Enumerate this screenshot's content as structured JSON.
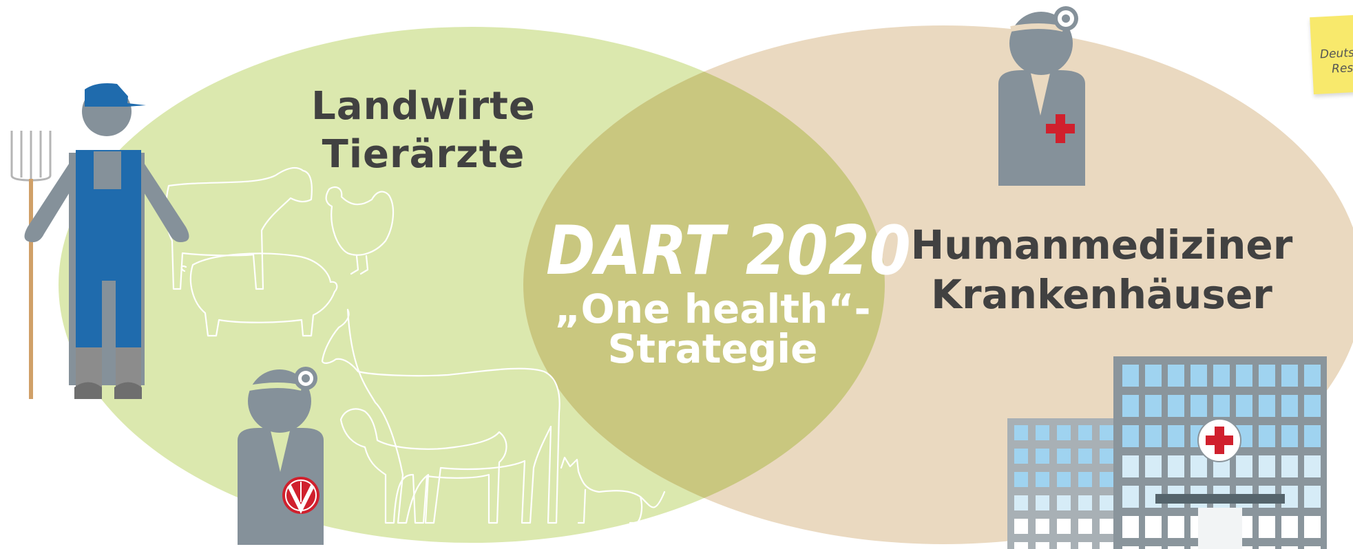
{
  "colors": {
    "left_ellipse": "#dbe8ae",
    "right_ellipse": "#ead9c0",
    "overlap": "#c9c77f",
    "figure_gray": "#85919a",
    "overalls_blue": "#1f6bad",
    "label_text": "#414141",
    "cross_red": "#d0202d",
    "sticky_yellow": "#f8e96c"
  },
  "left_group": {
    "line1": "Landwirte",
    "line2": "Tierärzte"
  },
  "right_group": {
    "line1": "Humanmediziner",
    "line2": "Krankenhäuser"
  },
  "center": {
    "title": "DART 2020",
    "subtitle_line1": "„One health“-",
    "subtitle_line2": "Strategie"
  },
  "sticky_note": {
    "line1": "Deuts",
    "line2": "Res"
  },
  "icons": {
    "farmer": "farmer-icon",
    "pitchfork": "pitchfork-icon",
    "veterinarian": "veterinarian-icon",
    "doctor": "doctor-icon",
    "hospital": "hospital-icon",
    "animals": [
      "cow-outline",
      "chicken-outline",
      "pig-outline",
      "horse-outline",
      "dog-outline",
      "cat-outline"
    ]
  }
}
